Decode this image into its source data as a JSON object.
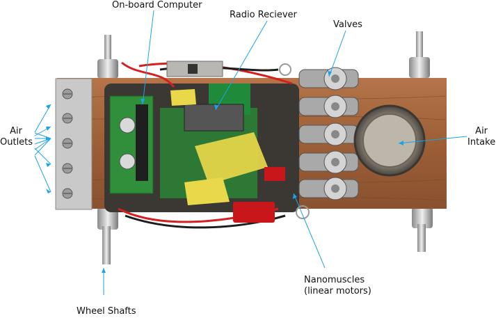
{
  "labels": {
    "onboard_computer": "On-board Computer",
    "radio_receiver": "Radio Reciever",
    "valves": "Valves",
    "air_intake_1": "Air",
    "air_intake_2": "Intake",
    "air_outlets_1": "Air",
    "air_outlets_2": "Outlets",
    "nanomuscles_1": "Nanomuscles",
    "nanomuscles_2": "(linear motors)",
    "wheel_shafts": "Wheel Shafts"
  },
  "colors": {
    "leader_line": "#1aa3e8",
    "wood": "#a0633a",
    "aluminum": "#c8c8c8",
    "circuit_board": "#2f8f3a"
  }
}
